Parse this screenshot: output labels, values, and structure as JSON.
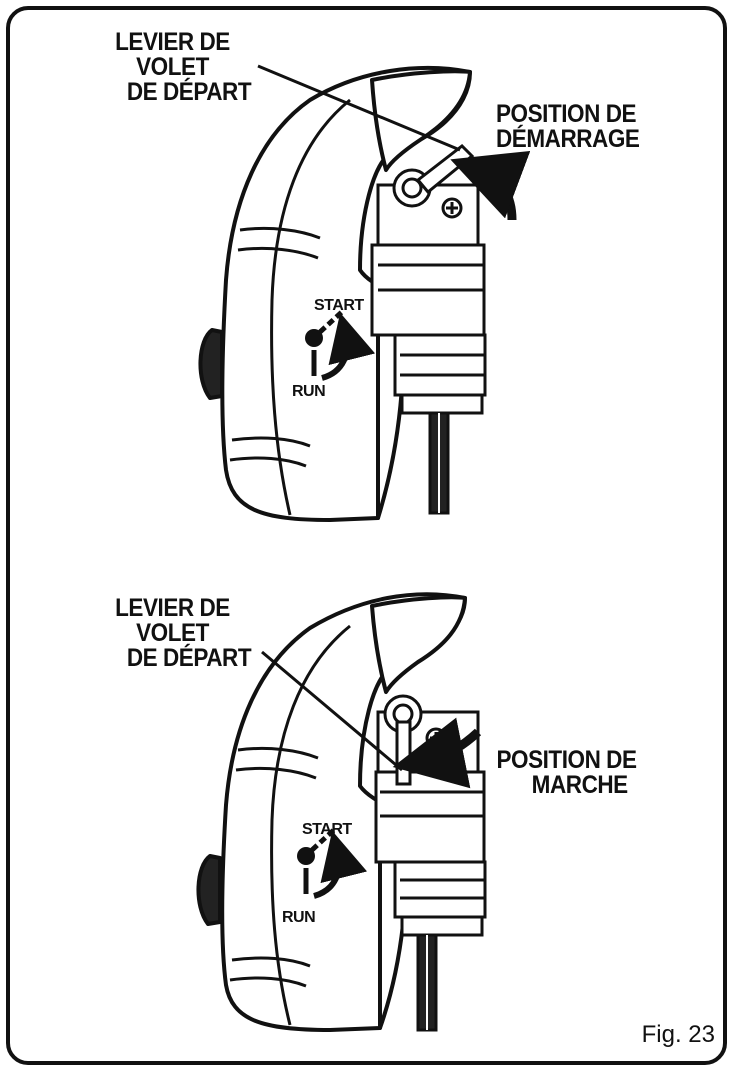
{
  "top_panel": {
    "lever_label_line1": "LEVIER DE VOLET",
    "lever_label_line2": "DE DÉPART",
    "position_label_line1": "POSITION DE",
    "position_label_line2": "DÉMARRAGE",
    "dial_start": "START",
    "dial_run": "RUN"
  },
  "bottom_panel": {
    "lever_label_line1": "LEVIER DE VOLET",
    "lever_label_line2": "DE DÉPART",
    "position_label_line1": "POSITION DE",
    "position_label_line2": "MARCHE",
    "dial_start": "START",
    "dial_run": "RUN"
  },
  "figure_label": "Fig. 23",
  "colors": {
    "ink": "#111111",
    "paper": "#ffffff"
  },
  "icons": [
    "curved-arrow-icon",
    "screw-icon",
    "start-run-dial-icon"
  ]
}
